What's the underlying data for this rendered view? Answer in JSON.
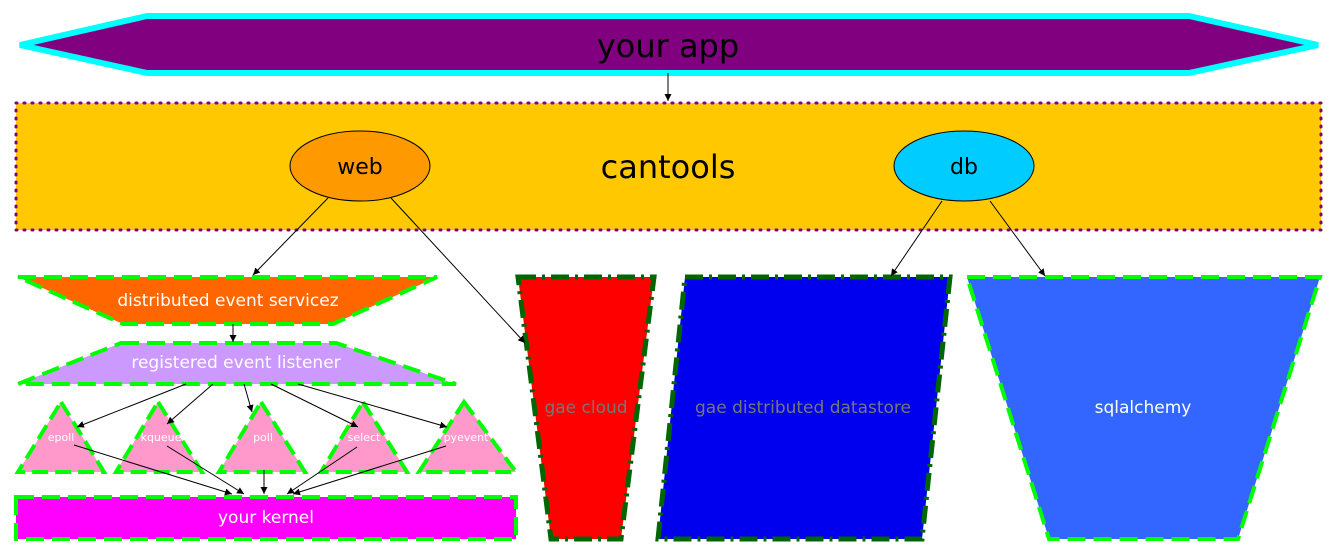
{
  "nodes": {
    "your_app": "your app",
    "cantools": "cantools",
    "web": "web",
    "db": "db",
    "distributed_event_servicez": "distributed event servicez",
    "registered_event_listener": "registered event listener",
    "epoll": "epoll",
    "kqueue": "kqueue",
    "poll": "poll",
    "select": "select",
    "pyevent": "pyevent",
    "your_kernel": "your kernel",
    "gae_cloud": "gae cloud",
    "gae_distributed_datastore": "gae distributed datastore",
    "sqlalchemy": "sqlalchemy"
  },
  "edges": [
    {
      "from": "your_app",
      "to": "cantools"
    },
    {
      "from": "web",
      "to": "distributed_event_servicez"
    },
    {
      "from": "web",
      "to": "gae_cloud"
    },
    {
      "from": "db",
      "to": "gae_distributed_datastore"
    },
    {
      "from": "db",
      "to": "sqlalchemy"
    },
    {
      "from": "distributed_event_servicez",
      "to": "registered_event_listener"
    },
    {
      "from": "registered_event_listener",
      "to": "epoll"
    },
    {
      "from": "registered_event_listener",
      "to": "kqueue"
    },
    {
      "from": "registered_event_listener",
      "to": "poll"
    },
    {
      "from": "registered_event_listener",
      "to": "select"
    },
    {
      "from": "registered_event_listener",
      "to": "pyevent"
    },
    {
      "from": "epoll",
      "to": "your_kernel"
    },
    {
      "from": "kqueue",
      "to": "your_kernel"
    },
    {
      "from": "poll",
      "to": "your_kernel"
    },
    {
      "from": "select",
      "to": "your_kernel"
    },
    {
      "from": "pyevent",
      "to": "your_kernel"
    }
  ],
  "colors": {
    "your_app_fill": "#800080",
    "your_app_border": "#00ffff",
    "cantools_fill": "#ffc800",
    "cantools_border": "#800080",
    "web_fill": "#ff9900",
    "db_fill": "#00ccff",
    "event_servicez_fill": "#ff6600",
    "event_listener_fill": "#cc99ff",
    "triangles_fill": "#ff99cc",
    "kernel_fill": "#ff00ff",
    "gae_cloud_fill": "#ff0000",
    "datastore_fill": "#0000ee",
    "sqlalchemy_fill": "#3366ff",
    "green_dash": "#00ff00",
    "dark_green_dash": "#006600"
  }
}
